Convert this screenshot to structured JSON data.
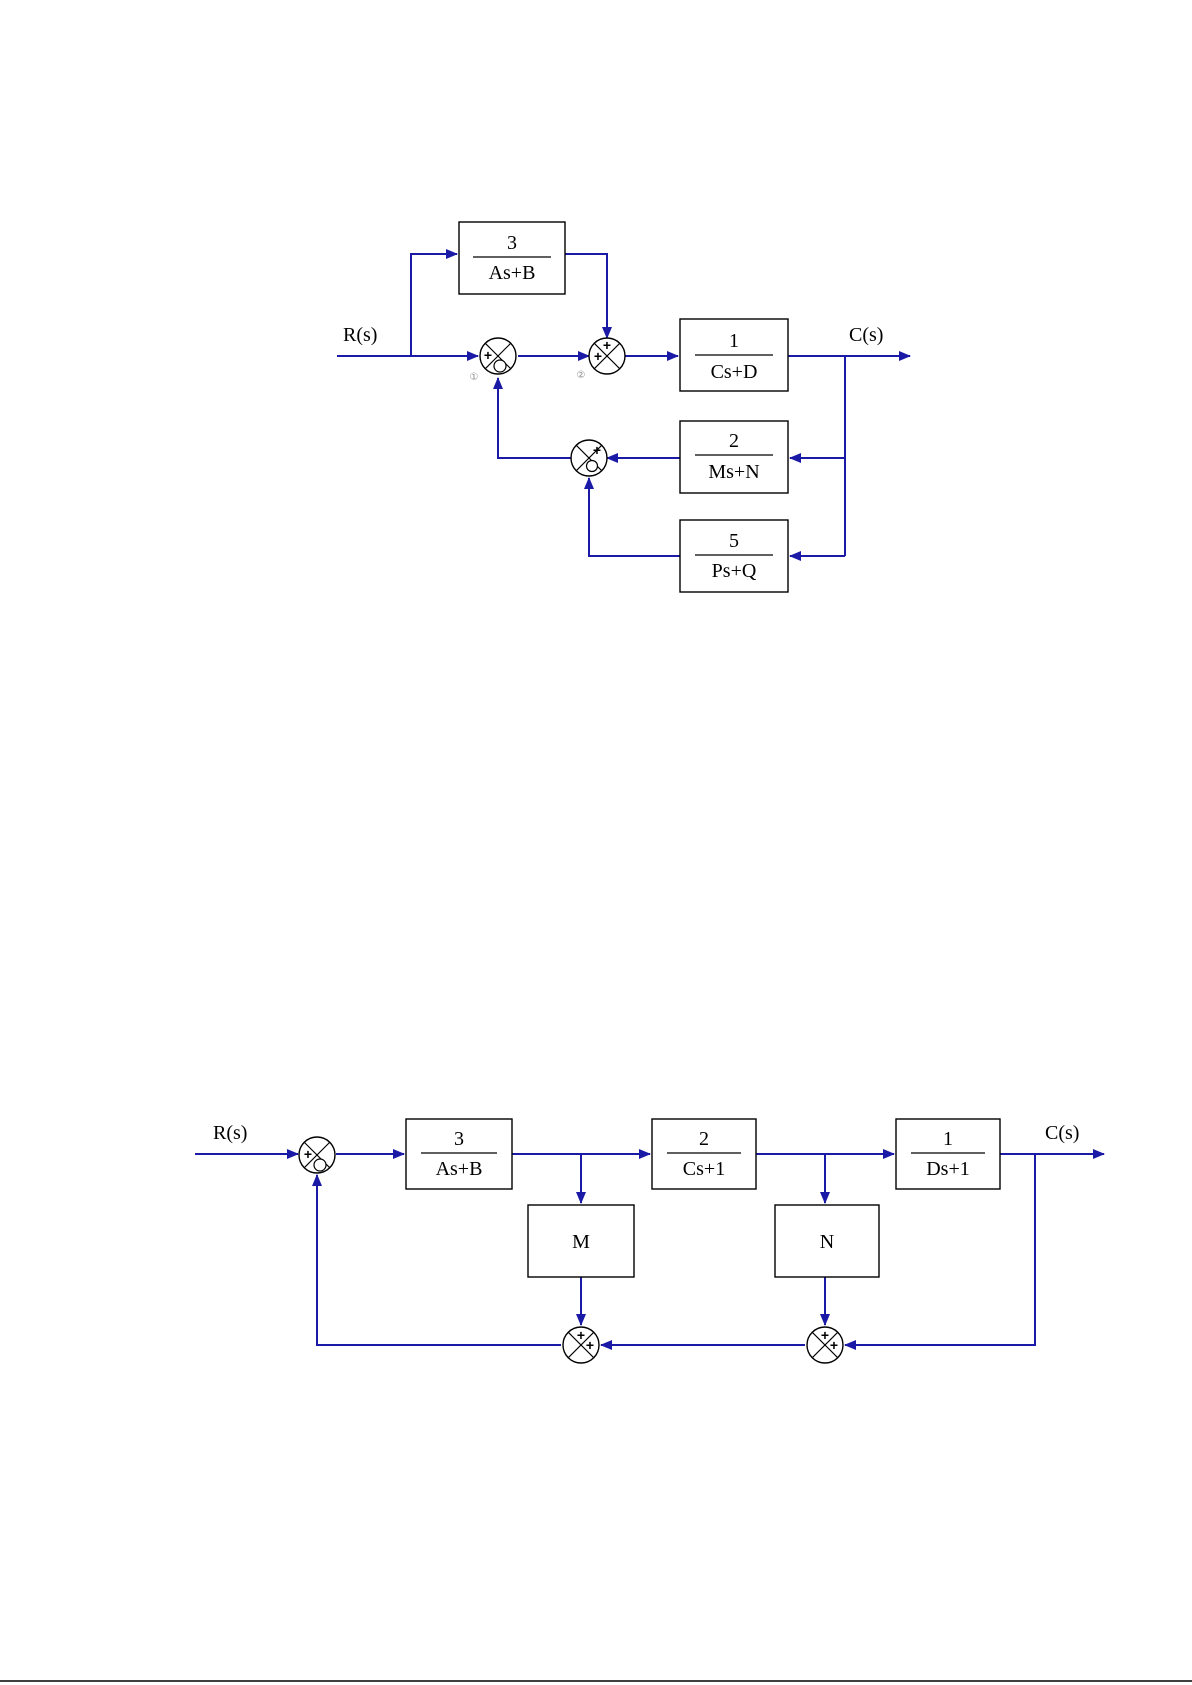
{
  "diagram1": {
    "input_label": "R(s)",
    "output_label": "C(s)",
    "blocks": {
      "g_top": {
        "num": "3",
        "den": "As+B"
      },
      "g_main": {
        "num": "1",
        "den": "Cs+D"
      },
      "h_mid": {
        "num": "2",
        "den": "Ms+N"
      },
      "h_low": {
        "num": "5",
        "den": "Ps+Q"
      }
    },
    "junction_numbers": [
      "①",
      "②"
    ],
    "signs": {
      "plus": "+"
    }
  },
  "diagram2": {
    "input_label": "R(s)",
    "output_label": "C(s)",
    "blocks": {
      "g1": {
        "num": "3",
        "den": "As+B"
      },
      "g2": {
        "num": "2",
        "den": "Cs+1"
      },
      "g3": {
        "num": "1",
        "den": "Ds+1"
      },
      "m": {
        "label": "M"
      },
      "n": {
        "label": "N"
      }
    },
    "signs": {
      "plus": "+"
    }
  }
}
